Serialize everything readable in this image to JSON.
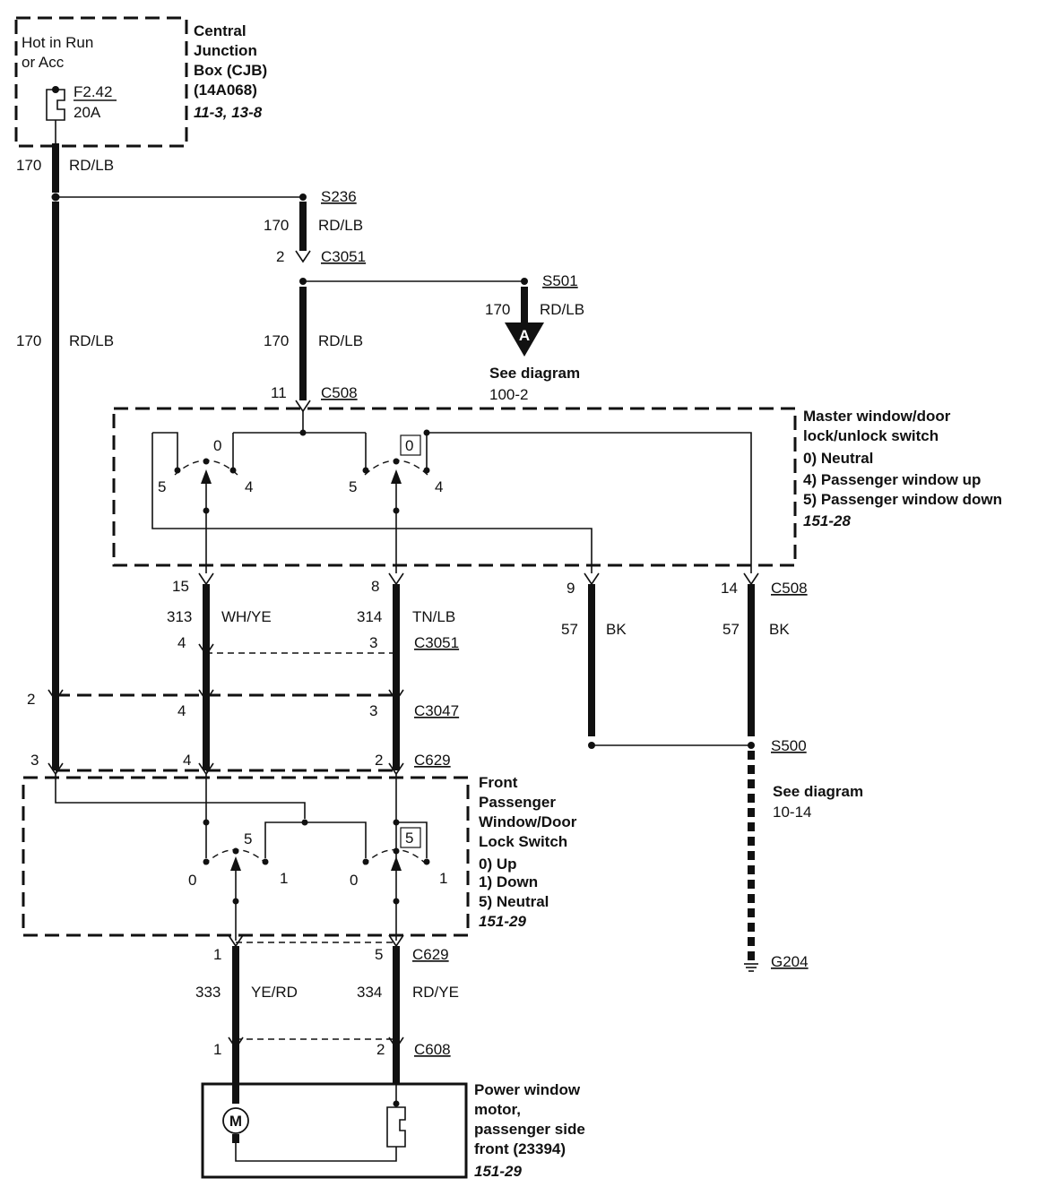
{
  "cjb": {
    "hot_line1": "Hot in Run",
    "hot_line2": "or Acc",
    "fuse_id": "F2.42",
    "fuse_amps": "20A",
    "title1": "Central",
    "title2": "Junction",
    "title3": "Box (CJB)",
    "title4": "(14A068)",
    "ref": "11-3, 13-8"
  },
  "wires": {
    "w170": "170",
    "c170": "RD/LB",
    "w313": "313",
    "c313": "WH/YE",
    "w314": "314",
    "c314": "TN/LB",
    "w57": "57",
    "c57": "BK",
    "w333": "333",
    "c333": "YE/RD",
    "w334": "334",
    "c334": "RD/YE"
  },
  "splices": {
    "s236": "S236",
    "s501": "S501",
    "s500": "S500",
    "g204": "G204"
  },
  "connectors": {
    "c3051": "C3051",
    "c508": "C508",
    "c3047": "C3047",
    "c629": "C629",
    "c608": "C608"
  },
  "pins": {
    "p2": "2",
    "p11": "11",
    "p15": "15",
    "p8": "8",
    "p9": "9",
    "p14": "14",
    "p4": "4",
    "p3": "3",
    "p1": "1",
    "p5": "5"
  },
  "arrow_a": {
    "letter": "A",
    "see1": "See diagram",
    "see2": "100-2"
  },
  "master_switch": {
    "title1": "Master window/door",
    "title2": "lock/unlock switch",
    "pos0": "0) Neutral",
    "pos4": "4) Passenger window up",
    "pos5": "5) Passenger window down",
    "ref": "151-28",
    "label0": "0",
    "label4": "4",
    "label5": "5"
  },
  "ground_ref": {
    "see1": "See diagram",
    "see2": "10-14"
  },
  "front_switch": {
    "title1": "Front",
    "title2": "Passenger",
    "title3": "Window/Door",
    "title4": "Lock Switch",
    "pos0": "0) Up",
    "pos1": "1) Down",
    "pos5": "5) Neutral",
    "ref": "151-29",
    "label0": "0",
    "label1": "1",
    "label5": "5"
  },
  "motor": {
    "symbol": "M",
    "title1": "Power window",
    "title2": "motor,",
    "title3": "passenger side",
    "title4": "front (23394)",
    "ref": "151-29"
  }
}
